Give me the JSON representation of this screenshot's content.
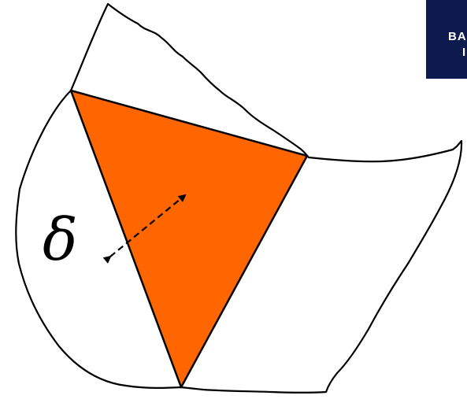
{
  "diagram": {
    "delta_symbol": "δ",
    "logo_text_line1": "BA",
    "logo_text_line2": "I"
  },
  "colors": {
    "triangle_fill": "#ff6600",
    "outline": "#000000",
    "logo_background": "#0c1a4d",
    "logo_text": "#ffffff"
  }
}
